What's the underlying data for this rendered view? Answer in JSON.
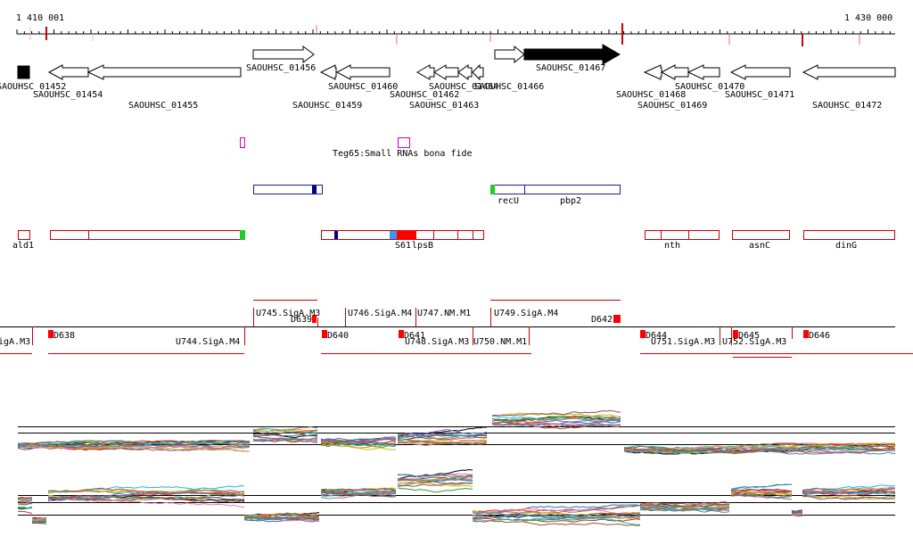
{
  "ruler": {
    "start_label": "1 410 001",
    "end_label": "1 430 000"
  },
  "genes": [
    {
      "label": "SAOUHSC_01452"
    },
    {
      "label": "SAOUHSC_01454"
    },
    {
      "label": "SAOUHSC_01455"
    },
    {
      "label": "SAOUHSC_01456"
    },
    {
      "label": "SAOUHSC_01459"
    },
    {
      "label": "SAOUHSC_01460"
    },
    {
      "label": "SAOUHSC_01462"
    },
    {
      "label": "SAOUHSC_01463"
    },
    {
      "label": "SAOUHSC_01464"
    },
    {
      "label": "SAOUHSC_01466"
    },
    {
      "label": "SAOUHSC_01467"
    },
    {
      "label": "SAOUHSC_01468"
    },
    {
      "label": "SAOUHSC_01469"
    },
    {
      "label": "SAOUHSC_01470"
    },
    {
      "label": "SAOUHSC_01471"
    },
    {
      "label": "SAOUHSC_01472"
    }
  ],
  "srna_track": {
    "label": "Teg65:Small RNAs bona fide"
  },
  "operon_track": [
    {
      "label": "recU"
    },
    {
      "label": "pbp2"
    }
  ],
  "protein_track": [
    {
      "label": "ald1"
    },
    {
      "label": "S61"
    },
    {
      "label": "lpsB"
    },
    {
      "label": "nth"
    },
    {
      "label": "asnC"
    },
    {
      "label": "dinG"
    }
  ],
  "tu_top": [
    {
      "label": "U745.SigA.M3"
    },
    {
      "label": "D639"
    },
    {
      "label": "U746.SigA.M4"
    },
    {
      "label": "U747.NM.M1"
    },
    {
      "label": "U749.SigA.M4"
    },
    {
      "label": "D642"
    }
  ],
  "tu_bottom": [
    {
      "label": "igA.M3"
    },
    {
      "label": "D638"
    },
    {
      "label": "U744.SigA.M4"
    },
    {
      "label": "D640"
    },
    {
      "label": "D641"
    },
    {
      "label": "U748.SigA.M3"
    },
    {
      "label": "U750.NM.M1"
    },
    {
      "label": "D644"
    },
    {
      "label": "U751.SigA.M3"
    },
    {
      "label": "D645"
    },
    {
      "label": "U752.SigA.M3"
    },
    {
      "label": "D646"
    }
  ],
  "colors": {
    "gene_outline": "#000000",
    "gene_highlight": "#000000",
    "srna": "#cc00cc",
    "operon": "#1a1aa0",
    "protein": "#cc0000",
    "accent_green": "#22cc22",
    "accent_blue": "#3399ff",
    "accent_red": "#ff0000",
    "expression": [
      "#000000",
      "#8b4513",
      "#d62728",
      "#2ca02c",
      "#9467bd",
      "#1f77b4",
      "#ff7f0e",
      "#17becf",
      "#e377c2",
      "#7f7f7f",
      "#bcbd22",
      "#8c564b",
      "#a0522d",
      "#4682b4"
    ]
  }
}
